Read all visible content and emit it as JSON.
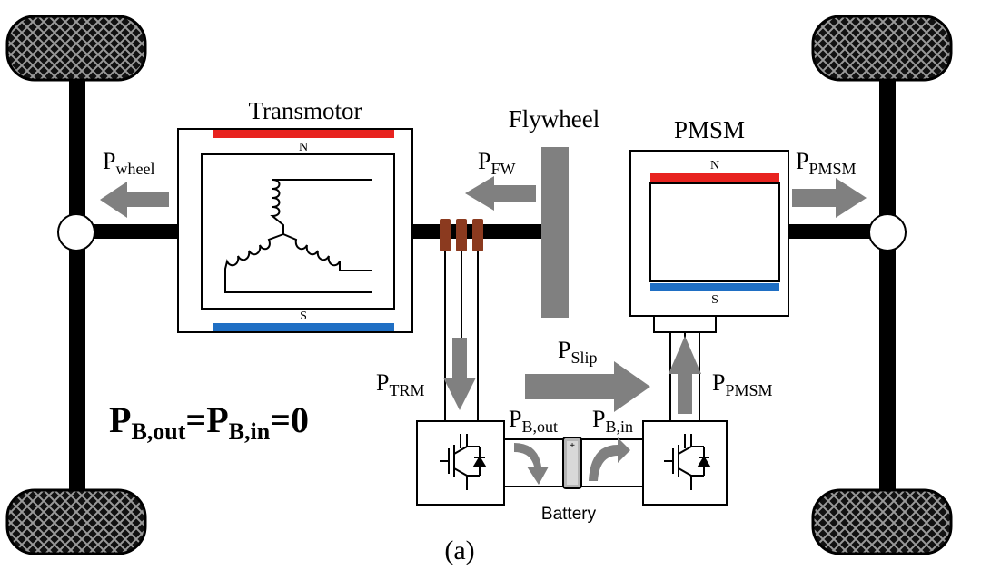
{
  "labels": {
    "transmotor": "Transmotor",
    "flywheel": "Flywheel",
    "pmsm": "PMSM",
    "battery": "Battery",
    "caption": "(a)",
    "transmotor_pole_n": "N",
    "transmotor_pole_s": "S",
    "pmsm_pole_n": "N",
    "pmsm_pole_s": "S"
  },
  "power_flows": {
    "p_wheel": {
      "main": "P",
      "sub": "wheel"
    },
    "p_fw": {
      "main": "P",
      "sub": "FW"
    },
    "p_pmsm_right": {
      "main": "P",
      "sub": "PMSM"
    },
    "p_trm": {
      "main": "P",
      "sub": "TRM"
    },
    "p_slip": {
      "main": "P",
      "sub": "Slip"
    },
    "p_pmsm_vertical": {
      "main": "P",
      "sub": "PMSM"
    },
    "p_b_out": {
      "main": "P",
      "sub": "B,out"
    },
    "p_b_in": {
      "main": "P",
      "sub": "B,in"
    }
  },
  "equation": {
    "term1_main": "P",
    "term1_sub": "B,out",
    "eq1": "=",
    "term2_main": "P",
    "term2_sub": "B,in",
    "eq2": "=0"
  },
  "colors": {
    "north_pole": "#e8231f",
    "south_pole": "#1f6fc4",
    "arrow": "#808080",
    "shaft": "#000000",
    "slip_ring": "#8b3a1f"
  }
}
